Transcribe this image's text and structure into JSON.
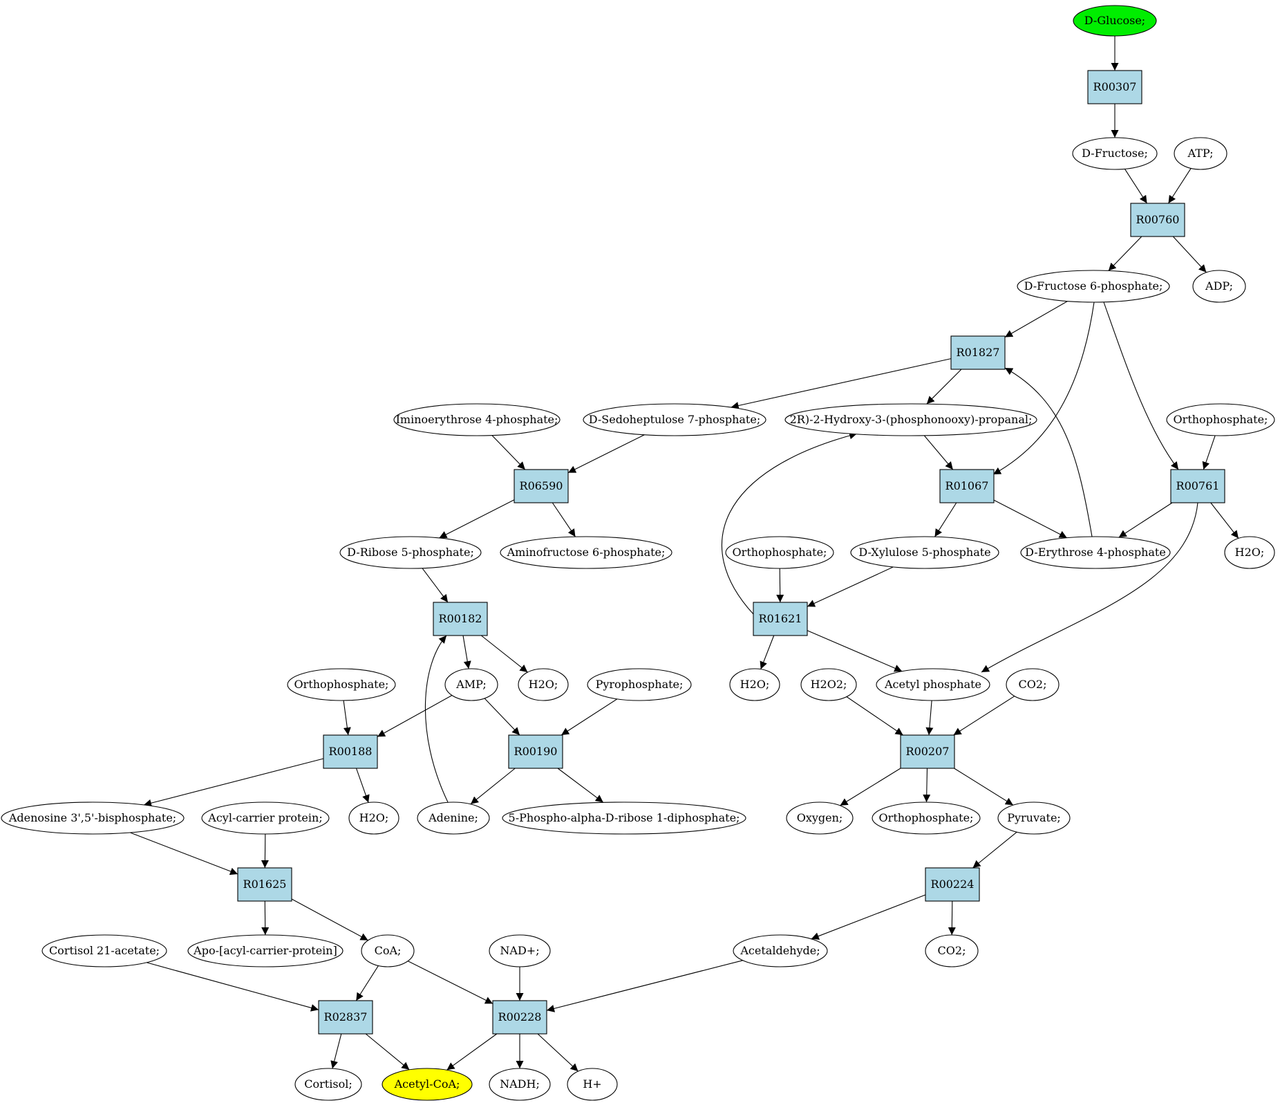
{
  "colors": {
    "start": "#00ee00",
    "end": "#ffff00",
    "reaction": "#add8e6",
    "compound": "#ffffff"
  },
  "compounds": [
    {
      "id": "c_glucose",
      "label": "D-Glucose;",
      "role": "start"
    },
    {
      "id": "c_fructose",
      "label": "D-Fructose;"
    },
    {
      "id": "c_atp",
      "label": "ATP;"
    },
    {
      "id": "c_f6p",
      "label": "D-Fructose 6-phosphate;"
    },
    {
      "id": "c_adp",
      "label": "ADP;"
    },
    {
      "id": "c_imino",
      "label": "Iminoerythrose 4-phosphate;"
    },
    {
      "id": "c_s7p",
      "label": "D-Sedoheptulose 7-phosphate;"
    },
    {
      "id": "c_g3p",
      "label": "2R)-2-Hydroxy-3-(phosphonooxy)-propanal;"
    },
    {
      "id": "c_pi1",
      "label": "Orthophosphate;"
    },
    {
      "id": "c_r5p",
      "label": "D-Ribose 5-phosphate;"
    },
    {
      "id": "c_amf6p",
      "label": "Aminofructose 6-phosphate;"
    },
    {
      "id": "c_pi2",
      "label": "Orthophosphate;"
    },
    {
      "id": "c_x5p",
      "label": "D-Xylulose 5-phosphate"
    },
    {
      "id": "c_e4p",
      "label": "D-Erythrose 4-phosphate"
    },
    {
      "id": "c_h2o1",
      "label": "H2O;"
    },
    {
      "id": "c_pi3",
      "label": "Orthophosphate;"
    },
    {
      "id": "c_amp",
      "label": "AMP;"
    },
    {
      "id": "c_h2o2",
      "label": "H2O;"
    },
    {
      "id": "c_ppi",
      "label": "Pyrophosphate;"
    },
    {
      "id": "c_h2o3",
      "label": "H2O;"
    },
    {
      "id": "c_h2o2b",
      "label": "H2O2;"
    },
    {
      "id": "c_acp",
      "label": "Acetyl phosphate"
    },
    {
      "id": "c_co2a",
      "label": "CO2;"
    },
    {
      "id": "c_pap",
      "label": "Adenosine 3',5'-bisphosphate;"
    },
    {
      "id": "c_acyl",
      "label": "Acyl-carrier protein;"
    },
    {
      "id": "c_h2o4",
      "label": "H2O;"
    },
    {
      "id": "c_adenine",
      "label": "Adenine;"
    },
    {
      "id": "c_prpp",
      "label": "5-Phospho-alpha-D-ribose 1-diphosphate;"
    },
    {
      "id": "c_oxygen",
      "label": "Oxygen;"
    },
    {
      "id": "c_pi4",
      "label": "Orthophosphate;"
    },
    {
      "id": "c_pyruvate",
      "label": "Pyruvate;"
    },
    {
      "id": "c_cortac",
      "label": "Cortisol 21-acetate;"
    },
    {
      "id": "c_apoacp",
      "label": "Apo-[acyl-carrier-protein]"
    },
    {
      "id": "c_coa",
      "label": "CoA;"
    },
    {
      "id": "c_nad",
      "label": "NAD+;"
    },
    {
      "id": "c_acald",
      "label": "Acetaldehyde;"
    },
    {
      "id": "c_co2b",
      "label": "CO2;"
    },
    {
      "id": "c_cortisol",
      "label": "Cortisol;"
    },
    {
      "id": "c_acetylcoa",
      "label": "Acetyl-CoA;",
      "role": "end"
    },
    {
      "id": "c_nadh",
      "label": "NADH;"
    },
    {
      "id": "c_hplus",
      "label": "H+"
    }
  ],
  "reactions": [
    {
      "id": "r_R00307",
      "label": "R00307"
    },
    {
      "id": "r_R00760",
      "label": "R00760"
    },
    {
      "id": "r_R01827",
      "label": "R01827"
    },
    {
      "id": "r_R06590",
      "label": "R06590"
    },
    {
      "id": "r_R01067",
      "label": "R01067"
    },
    {
      "id": "r_R00761",
      "label": "R00761"
    },
    {
      "id": "r_R00182",
      "label": "R00182"
    },
    {
      "id": "r_R01621",
      "label": "R01621"
    },
    {
      "id": "r_R00188",
      "label": "R00188"
    },
    {
      "id": "r_R00190",
      "label": "R00190"
    },
    {
      "id": "r_R00207",
      "label": "R00207"
    },
    {
      "id": "r_R01625",
      "label": "R01625"
    },
    {
      "id": "r_R00224",
      "label": "R00224"
    },
    {
      "id": "r_R02837",
      "label": "R02837"
    },
    {
      "id": "r_R00228",
      "label": "R00228"
    }
  ],
  "edges": [
    [
      "c_glucose",
      "r_R00307"
    ],
    [
      "r_R00307",
      "c_fructose"
    ],
    [
      "c_fructose",
      "r_R00760"
    ],
    [
      "c_atp",
      "r_R00760"
    ],
    [
      "r_R00760",
      "c_f6p"
    ],
    [
      "r_R00760",
      "c_adp"
    ],
    [
      "c_f6p",
      "r_R01827"
    ],
    [
      "c_f6p",
      "r_R01067"
    ],
    [
      "c_f6p",
      "r_R00761"
    ],
    [
      "r_R01827",
      "c_s7p"
    ],
    [
      "r_R01827",
      "c_g3p"
    ],
    [
      "c_imino",
      "r_R06590"
    ],
    [
      "c_s7p",
      "r_R06590"
    ],
    [
      "c_g3p",
      "r_R01067"
    ],
    [
      "c_pi1",
      "r_R00761"
    ],
    [
      "r_R06590",
      "c_r5p"
    ],
    [
      "r_R06590",
      "c_amf6p"
    ],
    [
      "r_R01067",
      "c_x5p"
    ],
    [
      "r_R01067",
      "c_e4p"
    ],
    [
      "r_R00761",
      "c_e4p"
    ],
    [
      "r_R00761",
      "c_h2o1"
    ],
    [
      "r_R00761",
      "c_acp"
    ],
    [
      "c_e4p",
      "r_R01827"
    ],
    [
      "c_r5p",
      "r_R00182"
    ],
    [
      "c_pi2",
      "r_R01621"
    ],
    [
      "c_x5p",
      "r_R01621"
    ],
    [
      "r_R01621",
      "c_g3p"
    ],
    [
      "r_R01621",
      "c_h2o3"
    ],
    [
      "r_R01621",
      "c_acp"
    ],
    [
      "r_R00182",
      "c_amp"
    ],
    [
      "r_R00182",
      "c_h2o2"
    ],
    [
      "c_pi3",
      "r_R00188"
    ],
    [
      "c_amp",
      "r_R00188"
    ],
    [
      "c_amp",
      "r_R00190"
    ],
    [
      "c_ppi",
      "r_R00190"
    ],
    [
      "c_adenine",
      "r_R00182"
    ],
    [
      "c_h2o2b",
      "r_R00207"
    ],
    [
      "c_acp",
      "r_R00207"
    ],
    [
      "c_co2a",
      "r_R00207"
    ],
    [
      "r_R00188",
      "c_pap"
    ],
    [
      "r_R00188",
      "c_h2o4"
    ],
    [
      "r_R00190",
      "c_adenine"
    ],
    [
      "r_R00190",
      "c_prpp"
    ],
    [
      "r_R00207",
      "c_oxygen"
    ],
    [
      "r_R00207",
      "c_pi4"
    ],
    [
      "r_R00207",
      "c_pyruvate"
    ],
    [
      "c_pap",
      "r_R01625"
    ],
    [
      "c_acyl",
      "r_R01625"
    ],
    [
      "c_pyruvate",
      "r_R00224"
    ],
    [
      "r_R01625",
      "c_apoacp"
    ],
    [
      "r_R01625",
      "c_coa"
    ],
    [
      "r_R00224",
      "c_acald"
    ],
    [
      "r_R00224",
      "c_co2b"
    ],
    [
      "c_cortac",
      "r_R02837"
    ],
    [
      "c_coa",
      "r_R02837"
    ],
    [
      "c_coa",
      "r_R00228"
    ],
    [
      "c_nad",
      "r_R00228"
    ],
    [
      "c_acald",
      "r_R00228"
    ],
    [
      "r_R02837",
      "c_cortisol"
    ],
    [
      "r_R02837",
      "c_acetylcoa"
    ],
    [
      "r_R00228",
      "c_acetylcoa"
    ],
    [
      "r_R00228",
      "c_nadh"
    ],
    [
      "r_R00228",
      "c_hplus"
    ]
  ]
}
